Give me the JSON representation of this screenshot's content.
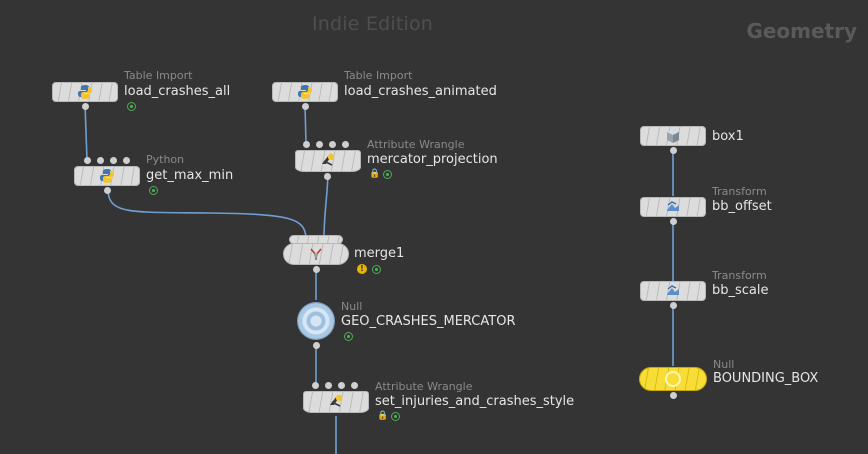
{
  "watermark": "Indie Edition",
  "context_label": "Geometry",
  "nodes": {
    "load_crashes_all": {
      "type": "Table Import",
      "name": "load_crashes_all"
    },
    "load_crashes_animated": {
      "type": "Table Import",
      "name": "load_crashes_animated"
    },
    "get_max_min": {
      "type": "Python",
      "name": "get_max_min"
    },
    "mercator_projection": {
      "type": "Attribute Wrangle",
      "name": "mercator_projection"
    },
    "merge1": {
      "type": "",
      "name": "merge1"
    },
    "geo_crashes_mercator": {
      "type": "Null",
      "name": "GEO_CRASHES_MERCATOR"
    },
    "set_injuries": {
      "type": "Attribute Wrangle",
      "name": "set_injuries_and_crashes_style"
    },
    "box1": {
      "type": "",
      "name": "box1"
    },
    "bb_offset": {
      "type": "Transform",
      "name": "bb_offset"
    },
    "bb_scale": {
      "type": "Transform",
      "name": "bb_scale"
    },
    "bounding_box": {
      "type": "Null",
      "name": "BOUNDING_BOX"
    }
  },
  "colors": {
    "wire": "#6f9fd0",
    "display_flag": "#4caf50",
    "warning": "#e8b400",
    "null_yellow": "#f7dd36"
  },
  "icons": {
    "table_import": "python-icon",
    "python": "python-icon",
    "wrangle": "wrangle-icon",
    "merge": "merge-icon",
    "box": "box-icon",
    "transform": "transform-icon",
    "null": "null-icon"
  }
}
